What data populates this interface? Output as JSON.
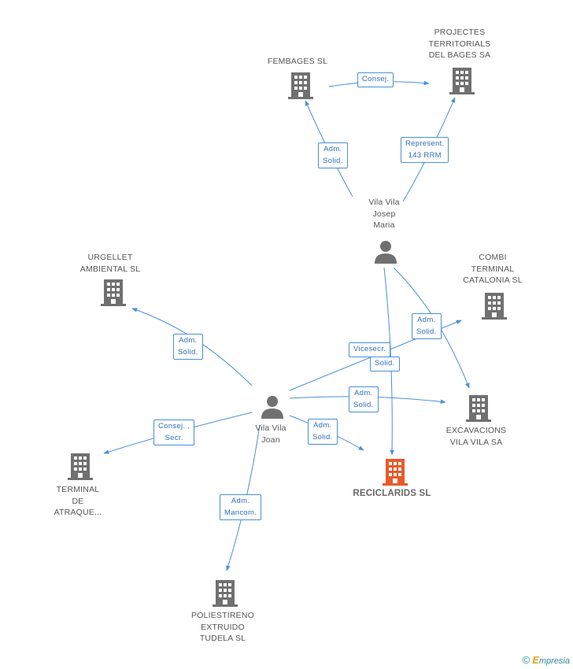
{
  "colors": {
    "edge": "#4a90d9",
    "company": "#707070",
    "company_highlight": "#e8592b",
    "person": "#707070"
  },
  "nodes": {
    "fembages": {
      "label": "FEMBAGES SL",
      "kind": "company"
    },
    "projectes": {
      "label": "PROJECTES\nTERRITORIALS\nDEL BAGES SA",
      "kind": "company"
    },
    "vila_josep": {
      "label": "Vila Vila\nJosep\nMaria",
      "kind": "person"
    },
    "urgellet": {
      "label": "URGELLET\nAMBIENTAL SL",
      "kind": "company"
    },
    "combi": {
      "label": "COMBI\nTERMINAL\nCATALONIA  SL",
      "kind": "company"
    },
    "vila_joan": {
      "label": "Vila Vila\nJoan",
      "kind": "person"
    },
    "excavacions": {
      "label": "EXCAVACIONS\nVILA VILA SA",
      "kind": "company"
    },
    "reciclarids": {
      "label": "RECICLARIDS SL",
      "kind": "company-highlight"
    },
    "terminal": {
      "label": "TERMINAL\nDE\nATRAQUE...",
      "kind": "company"
    },
    "poliestireno": {
      "label": "POLIESTIRENO\nEXTRUIDO\nTUDELA  SL",
      "kind": "company"
    }
  },
  "edges": [
    {
      "id": "e1",
      "label": "Consej."
    },
    {
      "id": "e2",
      "label": "Adm.\nSolid."
    },
    {
      "id": "e3",
      "label": "Represent.\n143 RRM"
    },
    {
      "id": "e4",
      "label": "Adm.\nSolid."
    },
    {
      "id": "e5",
      "label": "Vicesecr."
    },
    {
      "id": "e6",
      "label": "Solid."
    },
    {
      "id": "e7",
      "label": "Adm.\nSolid."
    },
    {
      "id": "e8",
      "label": "Adm.\nSolid."
    },
    {
      "id": "e9",
      "label": "Adm.\nSolid."
    },
    {
      "id": "e10",
      "label": "Consej. ,\nSecr."
    },
    {
      "id": "e11",
      "label": "Adm.\nMancom."
    }
  ],
  "footer": {
    "copyright": "©",
    "brand_initial": "E",
    "brand_rest": "mpresia"
  }
}
